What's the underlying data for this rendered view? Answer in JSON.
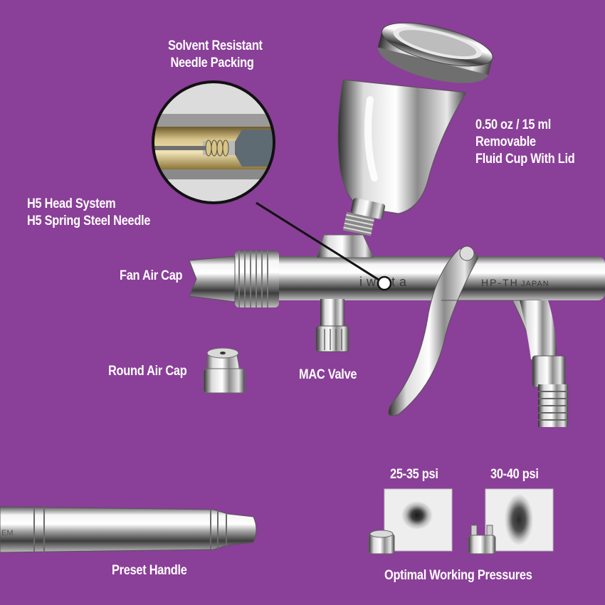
{
  "labels": {
    "needle_packing": [
      "Solvent Resistant",
      "Needle Packing"
    ],
    "fluid_cup": [
      "0.50 oz / 15 ml",
      "Removable",
      "Fluid Cup With Lid"
    ],
    "head_system": [
      "H5 Head System",
      "H5 Spring Steel Needle"
    ],
    "fan_air_cap": "Fan Air Cap",
    "round_air_cap": "Round Air Cap",
    "mac_valve": "MAC Valve",
    "preset_handle": "Preset Handle",
    "pressure_low": "25-35 psi",
    "pressure_high": "30-40 psi",
    "optimal_pressures": "Optimal Working Pressures"
  },
  "engravings": {
    "brand": "iwata",
    "model": "HP-TH",
    "origin": "JAPAN"
  },
  "colors": {
    "background": "#8a3f98",
    "label_text": "#ffffff",
    "callout_line": "#111111"
  }
}
